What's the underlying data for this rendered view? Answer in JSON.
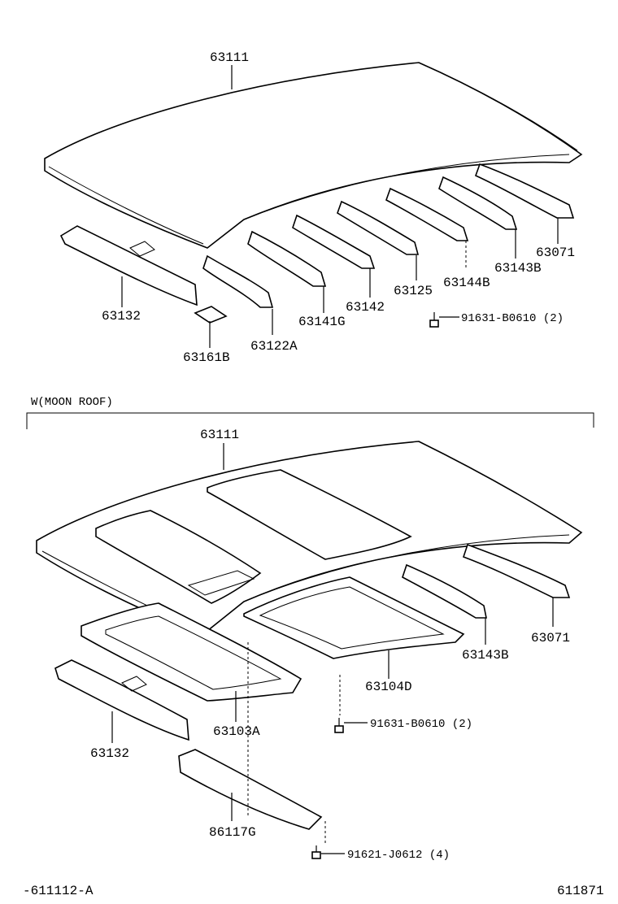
{
  "upper": {
    "roof_panel": "63111",
    "rear_rail": "63132",
    "cushion": "63161B",
    "front_rail": "63122A",
    "bow_1": "63141G",
    "bow_2": "63142",
    "bow_3": "63125",
    "bow_4": "63144B",
    "bow_5": "63143B",
    "bow_6": "63071",
    "bolt": "91631-B0610 (2)"
  },
  "moonroof": {
    "section_title": "W(MOON  ROOF)",
    "roof_panel": "63111",
    "rear_rail": "63132",
    "frame": "63103A",
    "housing": "63104D",
    "bow_5": "63143B",
    "bow_6": "63071",
    "bolt_1": "91631-B0610 (2)",
    "bracket": "86117G",
    "bolt_2": "91621-J0612 (4)"
  },
  "footer": {
    "left_code": "-611112-A",
    "right_code": "611871"
  }
}
